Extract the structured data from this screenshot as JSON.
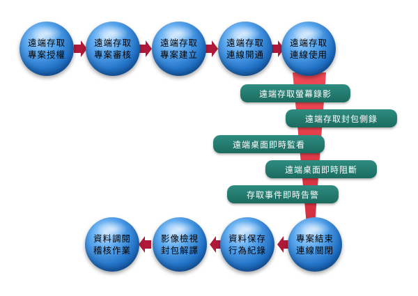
{
  "top_nodes": [
    {
      "line1": "遠端存取",
      "line2": "專案授權"
    },
    {
      "line1": "遠端存取",
      "line2": "專案審核"
    },
    {
      "line1": "遠端存取",
      "line2": "專案建立"
    },
    {
      "line1": "遠端存取",
      "line2": "連線開通"
    },
    {
      "line1": "遠端存取",
      "line2": "連線使用"
    }
  ],
  "features": [
    "遠端存取螢幕錄影",
    "遠端存取封包側錄",
    "遠端桌面即時監看",
    "遠端桌面即時阻斷",
    "存取事件即時告警"
  ],
  "bottom_nodes": [
    {
      "line1": "專案結束",
      "line2": "連線關閉"
    },
    {
      "line1": "資料保存",
      "line2": "行為紀錄"
    },
    {
      "line1": "影像檢視",
      "line2": "封包解譯"
    },
    {
      "line1": "資料調閱",
      "line2": "稽核作業"
    }
  ],
  "colors": {
    "node_blue": "#1f6fc4",
    "arrow_red": "#b01a3a",
    "funnel_red": "#e23a4a",
    "pill_teal": "#1f7a6e"
  }
}
